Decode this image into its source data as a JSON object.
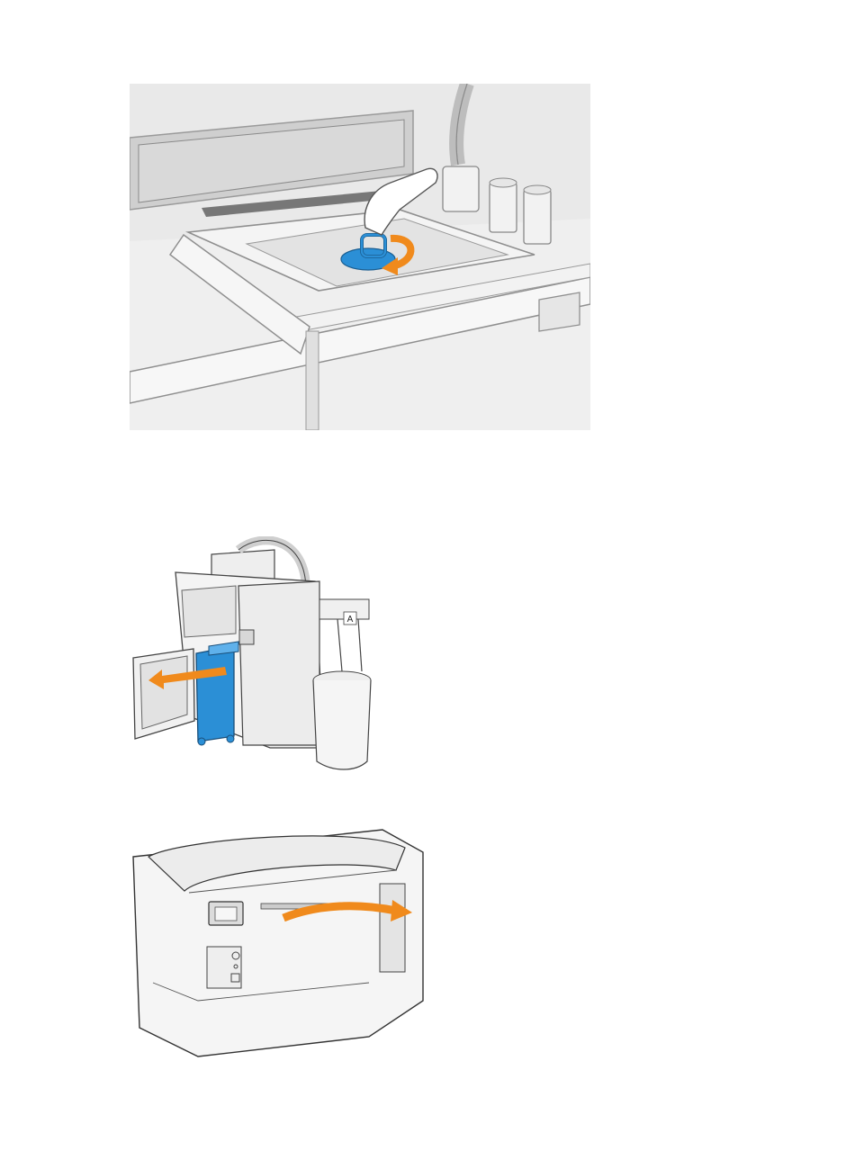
{
  "document": {
    "figures": [
      {
        "id": "fig1",
        "subject": "build-platform-cap-rotate",
        "accent_color": "#2b8fd6",
        "arrow_color": "#f08a1c"
      },
      {
        "id": "fig2",
        "subject": "processing-station-pull-out-unit",
        "accent_color": "#2b8fd6",
        "arrow_color": "#f08a1c"
      },
      {
        "id": "fig3",
        "subject": "printer-open-top-cover",
        "arrow_color": "#f08a1c"
      }
    ],
    "labels": {
      "station_tag": "A"
    }
  }
}
